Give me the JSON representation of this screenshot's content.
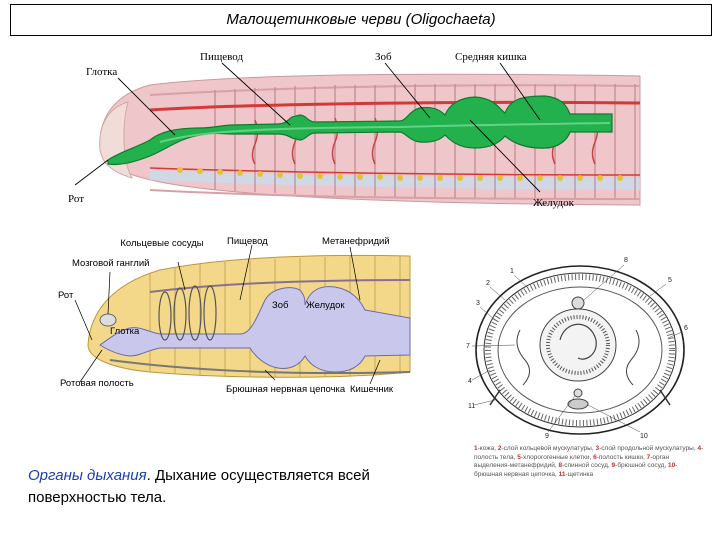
{
  "title": "Малощетинковые черви (Oligochaeta)",
  "top_diagram": {
    "labels": {
      "pharynx": "Глотка",
      "esophagus": "Пищевод",
      "crop": "Зоб",
      "midgut": "Средняя кишка",
      "mouth": "Рот",
      "gizzard": "Желудок"
    }
  },
  "bottom_left_diagram": {
    "labels": {
      "ring_vessels": "Кольцевые сосуды",
      "esophagus": "Пищевод",
      "metanephridium": "Метанефридий",
      "brain_ganglion": "Мозговой ганглий",
      "mouth": "Рот",
      "pharynx": "Глотка",
      "crop": "Зоб",
      "gizzard": "Желудок",
      "oral_cavity": "Ротовая полость",
      "ventral_nerve_cord": "Брюшная нервная цепочка",
      "intestine": "Кишечник"
    }
  },
  "cross_section": {
    "numbers": [
      "1",
      "2",
      "3",
      "4",
      "5",
      "6",
      "7",
      "8",
      "9",
      "10",
      "11"
    ],
    "legend": [
      {
        "num": "1",
        "text": "-кожа, "
      },
      {
        "num": "2",
        "text": "-слой кольцевой мускулатуры, "
      },
      {
        "num": "3",
        "text": "-слой продольной мускулатуры, "
      },
      {
        "num": "4",
        "text": "-полость тела, "
      },
      {
        "num": "5",
        "text": "-хлорогогенные клетки, "
      },
      {
        "num": "6",
        "text": "-полость кишки, "
      },
      {
        "num": "7",
        "text": "-орган выделения-метанефридий, "
      },
      {
        "num": "8",
        "text": "-спинной сосуд, "
      },
      {
        "num": "9",
        "text": "-брюшной сосуд, "
      },
      {
        "num": "10",
        "text": "-брюшная нервная цепочка, "
      },
      {
        "num": "11",
        "text": "-щетинка"
      }
    ]
  },
  "caption": {
    "highlight": "Органы дыхания",
    "text": ". Дыхание осуществляется всей поверхностью тела."
  }
}
